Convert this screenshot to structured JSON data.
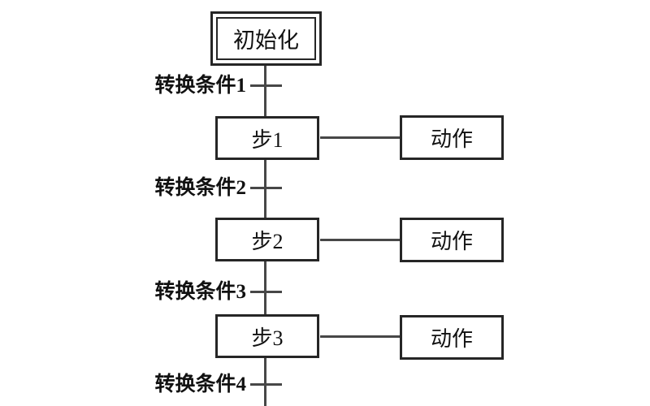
{
  "colors": {
    "line": "#474747",
    "box_border": "#262626",
    "text": "#111111",
    "background": "#ffffff"
  },
  "diagram": {
    "type": "sfc-flowchart",
    "initial_step_label": "初始化",
    "transitions": [
      {
        "label": "转换条件1"
      },
      {
        "label": "转换条件2"
      },
      {
        "label": "转换条件3"
      },
      {
        "label": "转换条件4"
      }
    ],
    "steps": [
      {
        "label": "步1",
        "action_label": "动作"
      },
      {
        "label": "步2",
        "action_label": "动作"
      },
      {
        "label": "步3",
        "action_label": "动作"
      }
    ]
  }
}
